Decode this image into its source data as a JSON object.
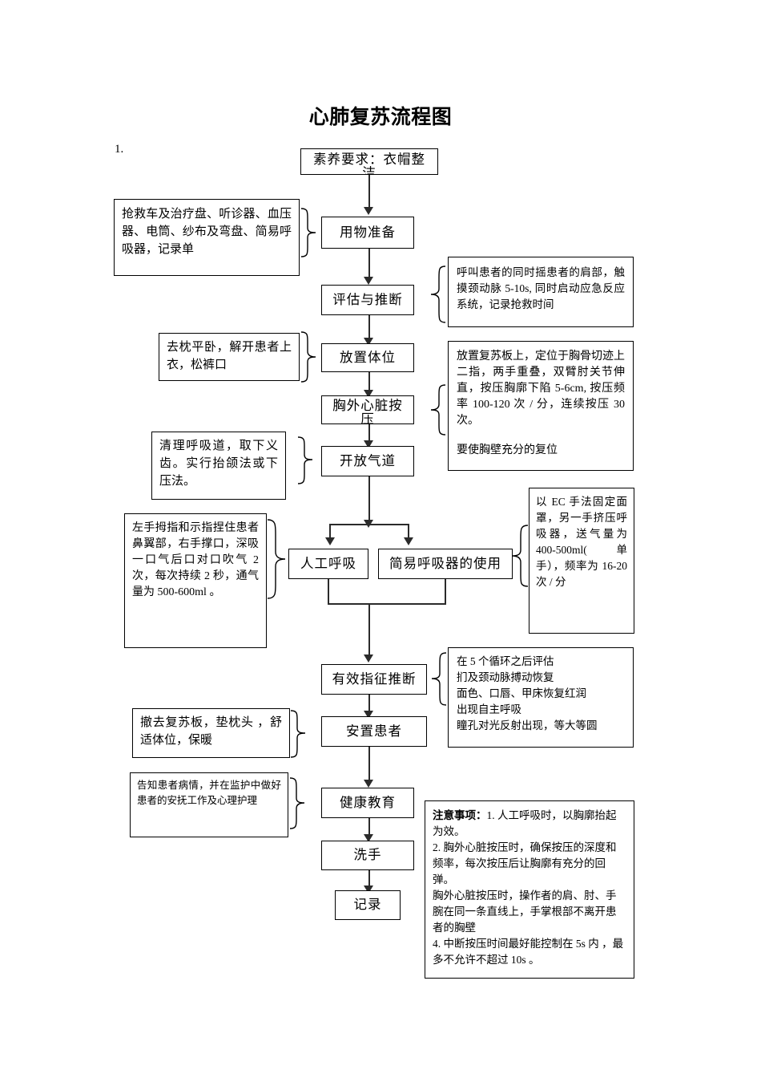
{
  "document": {
    "title": "心肺复苏流程图",
    "list_marker": "1."
  },
  "flow": {
    "nodes": [
      {
        "id": "literacy",
        "label": "素养要求：衣帽整洁"
      },
      {
        "id": "supplies",
        "label": "用物准备"
      },
      {
        "id": "assess",
        "label": "评估与推断"
      },
      {
        "id": "position",
        "label": "放置体位"
      },
      {
        "id": "compress",
        "label": "胸外心脏按压"
      },
      {
        "id": "airway",
        "label": "开放气道"
      },
      {
        "id": "rescue",
        "label": "人工呼吸"
      },
      {
        "id": "bvm",
        "label": "简易呼吸器的使用"
      },
      {
        "id": "effect",
        "label": "有效指征推断"
      },
      {
        "id": "settle",
        "label": "安置患者"
      },
      {
        "id": "education",
        "label": "健康教育"
      },
      {
        "id": "wash",
        "label": "洗手"
      },
      {
        "id": "record",
        "label": "记录"
      }
    ]
  },
  "notes": {
    "supplies": "抢救车及治疗盘、听诊器、血压器、电筒、纱布及弯盘、简易呼吸器，记录单",
    "assess": "呼叫患者的同时摇患者的肩部，触摸颈动脉 5-10s, 同时启动应急反应系统，记录抢救时间",
    "position": "去枕平卧，解开患者上衣，松裤口",
    "compression_line1": "放置复苏板上，定位于胸骨切迹上二指，两手重叠，双臂肘关节伸直，按压胸廓下陷 5-6cm, 按压频率 100-120 次 / 分，连续按压 30 次。",
    "compression_line2": "要使胸壁充分的复位",
    "airway": "清理呼吸道，取下义齿。实行抬颌法或下压法。",
    "rescue": "左手拇指和示指捏住患者鼻翼部，右手撑口，深吸一口气后口对口吹气 2 次，每次持续 2 秒，通气量为 500-600ml 。",
    "bvm": "以 EC 手法固定面罩，另一手挤压呼吸器，送气量为 400-500ml(　　单手），频率为 16-20 次 / 分",
    "effect_lines": [
      "在 5 个循环之后评估",
      "扪及颈动脉搏动恢复",
      "面色、口唇、甲床恢复红润",
      "出现自主呼吸",
      "瞳孔对光反射出现，等大等圆"
    ],
    "settle": "撤去复苏板，垫枕头 ，舒适体位，保暖",
    "education": "告知患者病情，并在监护中做好患者的安抚工作及心理护理"
  },
  "cautions": {
    "heading": "注意事项：",
    "lines": [
      "1. 人工呼吸时，以胸廓抬起为效。",
      "2. 胸外心脏按压时，确保按压的深度和频率，每次按压后让胸廓有充分的回弹。",
      "胸外心脏按压时，操作者的肩、肘、手腕在同一条直线上，手掌根部不离开患者的胸壁",
      "4. 中断按压时间最好能控制在 5s 内 ，最多不允许不超过 10s 。"
    ]
  }
}
